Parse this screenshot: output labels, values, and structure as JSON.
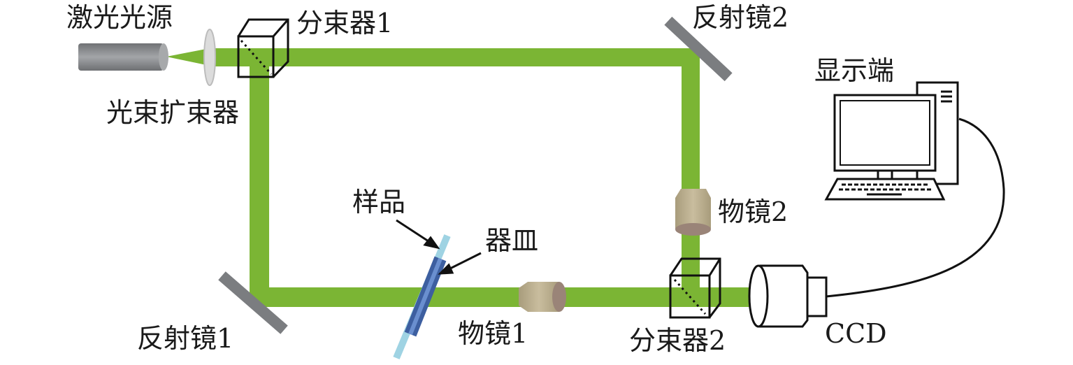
{
  "labels": {
    "laser_source": "激光光源",
    "beam_expander": "光束扩束器",
    "beam_splitter_1": "分束器1",
    "mirror_2": "反射镜2",
    "display": "显示端",
    "objective_2": "物镜2",
    "sample": "样品",
    "dish": "器皿",
    "mirror_1": "反射镜1",
    "objective_1": "物镜1",
    "beam_splitter_2": "分束器2",
    "ccd": "CCD"
  },
  "colors": {
    "beam": "#7bb534",
    "mirror": "#7b7d80",
    "laser": "#8c8e91",
    "objective": "#b5a98a",
    "sample": "#9fd3e3",
    "dish": "#4a6fb0"
  }
}
